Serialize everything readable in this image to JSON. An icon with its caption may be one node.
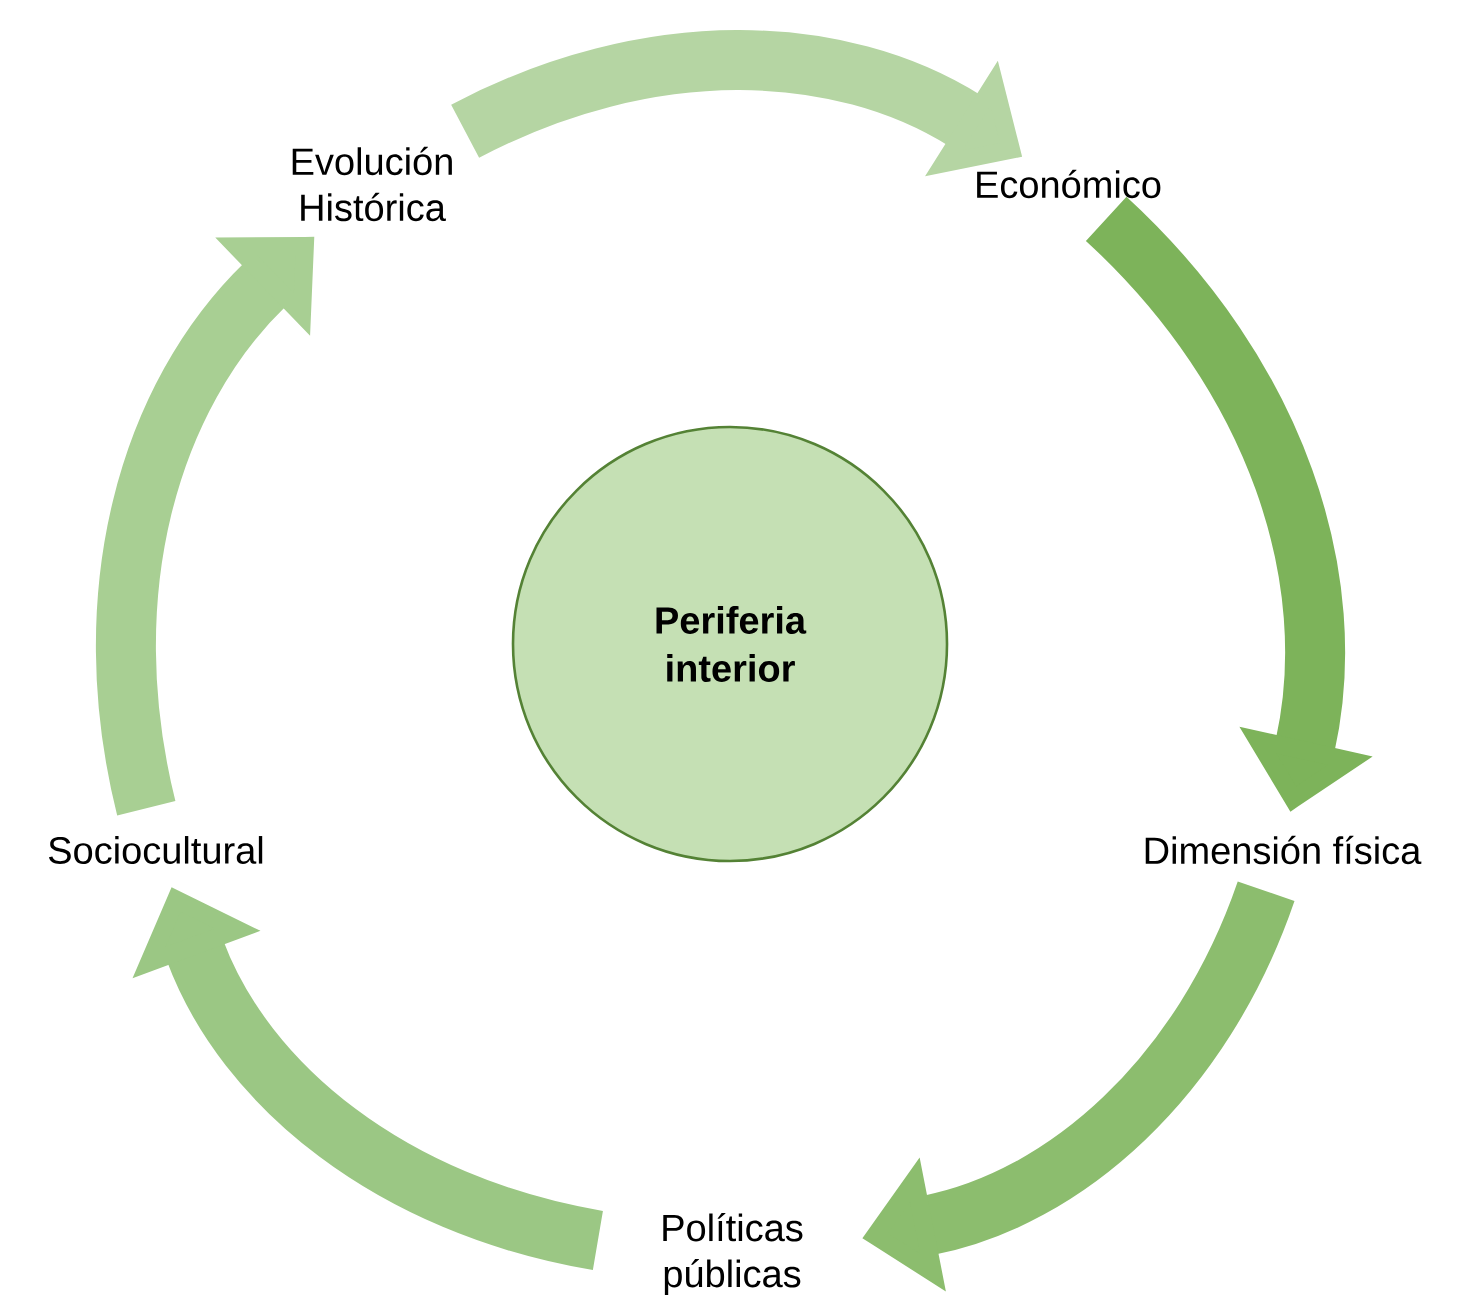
{
  "diagram": {
    "nodes": [
      {
        "text": [
          "Periferia interior"
        ]
      },
      {
        "text": [
          "Evolución Histórica"
        ]
      },
      {
        "text": [
          "Económico"
        ]
      },
      {
        "text": [
          "Dimensión física"
        ]
      },
      {
        "text": [
          "Políticas públicas"
        ]
      },
      {
        "text": [
          "Sociocultural"
        ]
      }
    ],
    "edges": [
      {
        "from": 1,
        "to": 2,
        "arrow": "to",
        "color": "#b5d5a3"
      },
      {
        "from": 2,
        "to": 3,
        "arrow": "to",
        "color": "#7db35a"
      },
      {
        "from": 3,
        "to": 4,
        "arrow": "to",
        "color": "#8cbd6e"
      },
      {
        "from": 4,
        "to": 5,
        "arrow": "to",
        "color": "#9bc784"
      },
      {
        "from": 5,
        "to": 1,
        "arrow": "to",
        "color": "#a8cf93"
      }
    ]
  }
}
